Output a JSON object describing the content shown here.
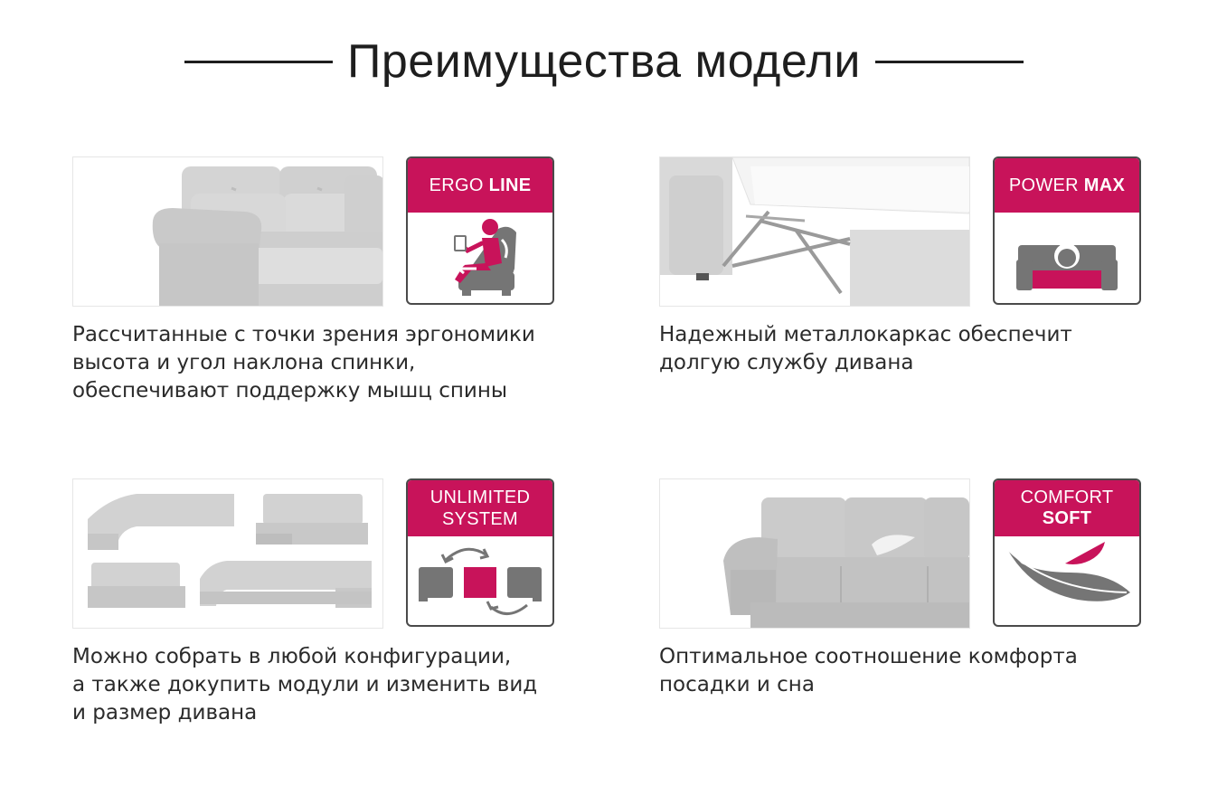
{
  "header": {
    "title": "Преимущества модели"
  },
  "colors": {
    "accent": "#c8135a",
    "icon_gray": "#757575",
    "text": "#2b2b2b"
  },
  "features": [
    {
      "badge": {
        "light": "ERGO",
        "bold": "LINE"
      },
      "icon": "ergonomic-chair-icon",
      "lines": [
        "Рассчитанные с точки зрения эргономики",
        "высота и угол наклона спинки,",
        "обеспечивают поддержку мышц спины"
      ]
    },
    {
      "badge": {
        "light": "POWER",
        "bold": "MAX"
      },
      "icon": "weight-sofa-icon",
      "lines": [
        "Надежный металлокаркас обеспечит",
        "долгую службу дивана"
      ]
    },
    {
      "badge": {
        "light": "UNLIMITED",
        "bold": "SYSTEM"
      },
      "icon": "modular-sofa-icon",
      "lines": [
        "Можно собрать в любой конфигурации,",
        "а также докупить модули и изменить вид",
        "и размер дивана"
      ]
    },
    {
      "badge": {
        "light": "COMFORT",
        "bold": "SOFT"
      },
      "icon": "feather-icon",
      "lines": [
        "Оптимальное соотношение комфорта",
        "посадки и сна"
      ]
    }
  ]
}
